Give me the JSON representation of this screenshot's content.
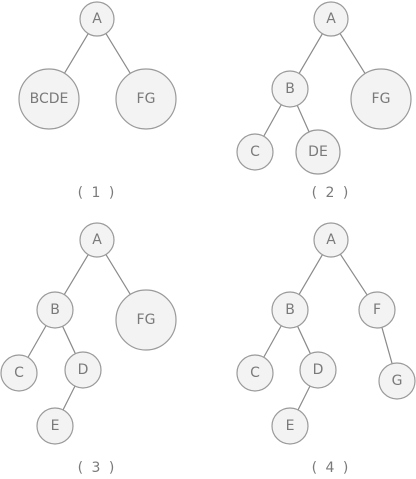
{
  "trees": [
    {
      "caption": "( 1 )",
      "nodes": [
        {
          "id": "A",
          "label": "A"
        },
        {
          "id": "BCDE",
          "label": "BCDE"
        },
        {
          "id": "FG",
          "label": "FG"
        }
      ],
      "edges": [
        [
          "A",
          "BCDE"
        ],
        [
          "A",
          "FG"
        ]
      ]
    },
    {
      "caption": "( 2 )",
      "nodes": [
        {
          "id": "A",
          "label": "A"
        },
        {
          "id": "B",
          "label": "B"
        },
        {
          "id": "FG",
          "label": "FG"
        },
        {
          "id": "C",
          "label": "C"
        },
        {
          "id": "DE",
          "label": "DE"
        }
      ],
      "edges": [
        [
          "A",
          "B"
        ],
        [
          "A",
          "FG"
        ],
        [
          "B",
          "C"
        ],
        [
          "B",
          "DE"
        ]
      ]
    },
    {
      "caption": "( 3 )",
      "nodes": [
        {
          "id": "A",
          "label": "A"
        },
        {
          "id": "B",
          "label": "B"
        },
        {
          "id": "FG",
          "label": "FG"
        },
        {
          "id": "C",
          "label": "C"
        },
        {
          "id": "D",
          "label": "D"
        },
        {
          "id": "E",
          "label": "E"
        }
      ],
      "edges": [
        [
          "A",
          "B"
        ],
        [
          "A",
          "FG"
        ],
        [
          "B",
          "C"
        ],
        [
          "B",
          "D"
        ],
        [
          "D",
          "E"
        ]
      ]
    },
    {
      "caption": "( 4 )",
      "nodes": [
        {
          "id": "A",
          "label": "A"
        },
        {
          "id": "B",
          "label": "B"
        },
        {
          "id": "F",
          "label": "F"
        },
        {
          "id": "C",
          "label": "C"
        },
        {
          "id": "D",
          "label": "D"
        },
        {
          "id": "G",
          "label": "G"
        },
        {
          "id": "E",
          "label": "E"
        }
      ],
      "edges": [
        [
          "A",
          "B"
        ],
        [
          "A",
          "F"
        ],
        [
          "B",
          "C"
        ],
        [
          "B",
          "D"
        ],
        [
          "F",
          "G"
        ],
        [
          "D",
          "E"
        ]
      ]
    }
  ]
}
